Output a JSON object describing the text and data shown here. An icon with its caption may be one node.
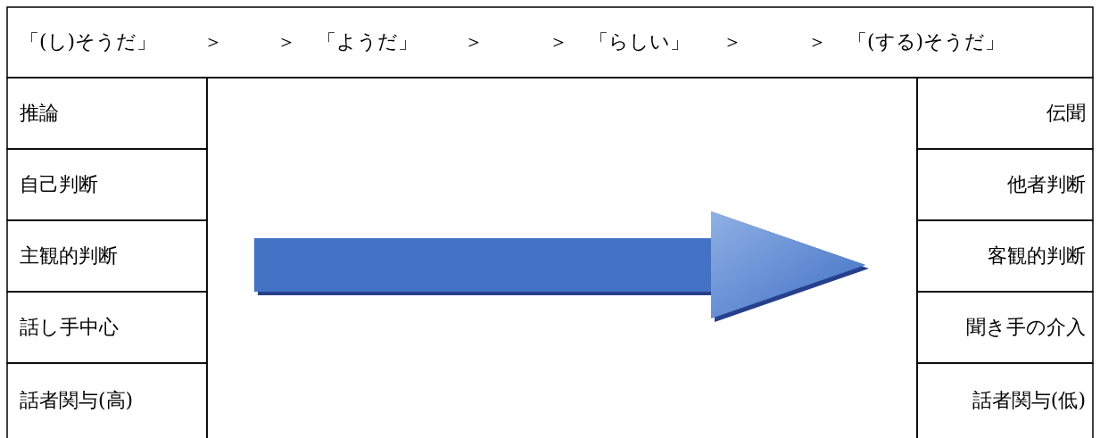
{
  "diagram": {
    "labels": [
      "「(し)そうだ」",
      "＞",
      "＞",
      "「ようだ」",
      "＞",
      "＞",
      "「らしい」",
      "＞",
      "＞",
      "「(する)そうだ」",
      "推論",
      "伝聞",
      "自己判断",
      "他者判断",
      "主観的判断",
      "客観的判断",
      "話し手中心",
      "聞き手の介入",
      "話者関与(高)",
      "話者関与(低)"
    ]
  }
}
